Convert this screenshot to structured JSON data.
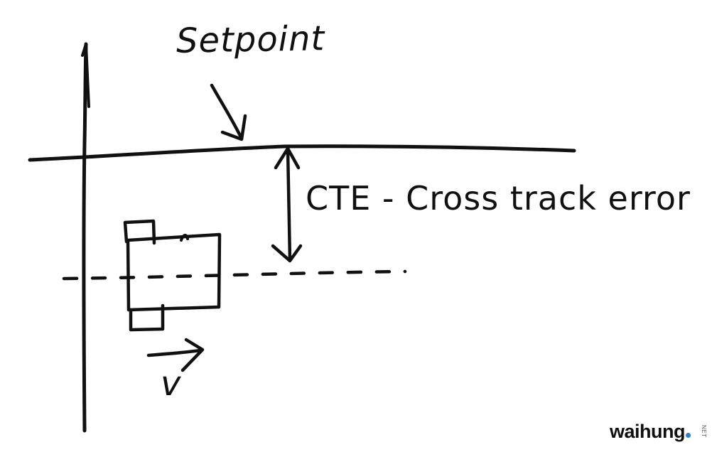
{
  "diagram": {
    "setpoint_label": "Setpoint",
    "cte_label": "CTE - Cross track error",
    "velocity_label": "v"
  },
  "watermark": {
    "brand": "waihung",
    "suffix": "NET",
    "dot_color": "#2a7fd4"
  },
  "colors": {
    "ink": "#111111",
    "background": "#ffffff"
  }
}
